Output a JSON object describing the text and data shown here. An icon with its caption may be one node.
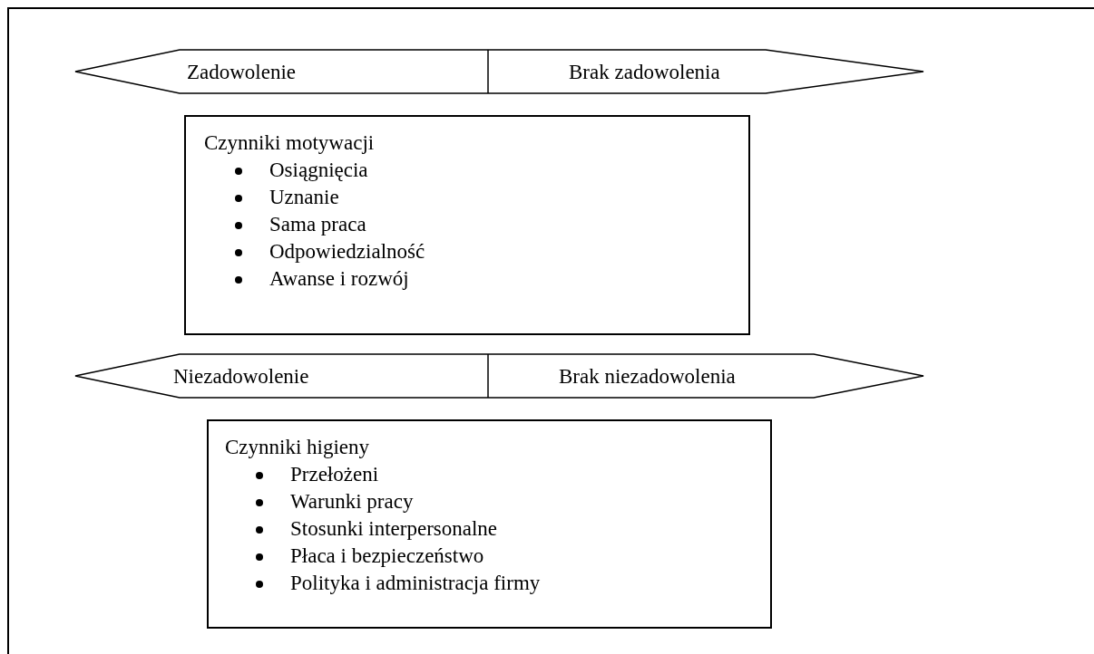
{
  "diagram": {
    "nodes": [
      {
        "text": [
          "Zadowolenie",
          "Brak zadowolenia"
        ]
      },
      {
        "text": [
          "Czynniki motywacji",
          "Osiągnięcia",
          "Uznanie",
          "Sama praca",
          "Odpowiedzialność",
          "Awanse i rozwój"
        ]
      },
      {
        "text": [
          "Niezadowolenie",
          "Brak niezadowolenia"
        ]
      },
      {
        "text": [
          "Czynniki higieny",
          "Przełożeni",
          "Warunki pracy",
          "Stosunki interpersonalne",
          "Płaca i bezpieczeństwo",
          "Polityka i administracja firmy"
        ]
      }
    ]
  }
}
